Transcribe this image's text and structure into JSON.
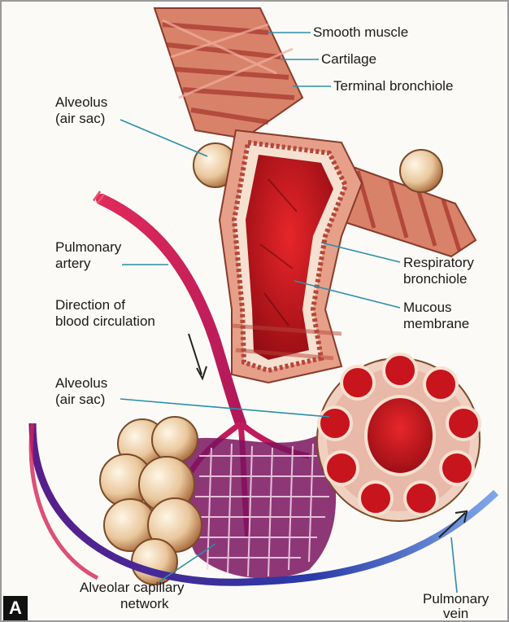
{
  "panel_label": "A",
  "labels": {
    "smooth_muscle": "Smooth muscle",
    "cartilage": "Cartilage",
    "terminal_bronchiole": "Terminal bronchiole",
    "alveolus_top_1": "Alveolus",
    "alveolus_top_2": "(air sac)",
    "pulmonary_artery_1": "Pulmonary",
    "pulmonary_artery_2": "artery",
    "respiratory_bronchiole_1": "Respiratory",
    "respiratory_bronchiole_2": "bronchiole",
    "direction_1": "Direction of",
    "direction_2": "blood circulation",
    "mucous_1": "Mucous",
    "mucous_2": "membrane",
    "alveolus_bottom_1": "Alveolus",
    "alveolus_bottom_2": "(air sac)",
    "capillary_1": "Alveolar capillary",
    "capillary_2": "network",
    "pulmonary_vein_1": "Pulmonary",
    "pulmonary_vein_2": "vein"
  },
  "colors": {
    "tissue": "#d9826a",
    "muscle": "#b5473a",
    "lumen": "#c8141c",
    "artery": "#d6245a",
    "vein": "#3b2ea8",
    "alveolus": "#efd7b4",
    "leader": "#2a8fa8"
  }
}
